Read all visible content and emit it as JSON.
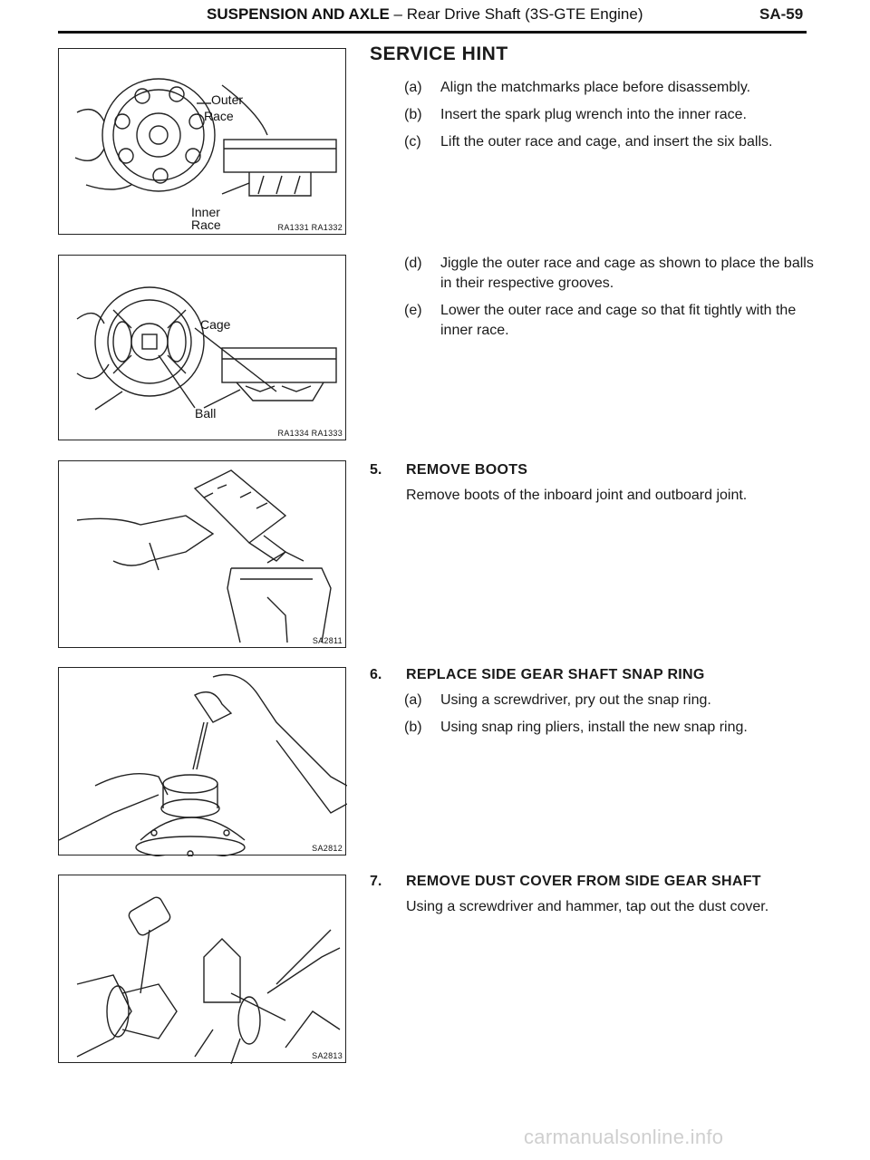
{
  "header": {
    "section": "SUSPENSION AND AXLE",
    "dash": " – ",
    "subtitle": "Rear Drive Shaft (3S-GTE Engine)",
    "page": "SA-59"
  },
  "figures": [
    {
      "code": "RA1331 RA1332",
      "labels": {
        "outer": "Outer",
        "race1": "Race",
        "inner": "Inner",
        "race2": "Race"
      }
    },
    {
      "code": "RA1334 RA1333",
      "labels": {
        "cage": "Cage",
        "ball": "Ball"
      }
    },
    {
      "code": "SA2811"
    },
    {
      "code": "SA2812"
    },
    {
      "code": "SA2813"
    }
  ],
  "service_hint": {
    "title": "SERVICE HINT",
    "items": [
      {
        "label": "(a)",
        "text": "Align the matchmarks place before disassembly."
      },
      {
        "label": "(b)",
        "text": "Insert the spark plug wrench into the inner race."
      },
      {
        "label": "(c)",
        "text": "Lift the outer race and cage, and insert the six balls."
      },
      {
        "label": "(d)",
        "text": "Jiggle the outer race and cage as shown to place the balls in their respective grooves."
      },
      {
        "label": "(e)",
        "text": "Lower the outer race and cage so that fit tightly with the inner race."
      }
    ]
  },
  "steps": [
    {
      "number": "5.",
      "heading": "REMOVE BOOTS",
      "body": "Remove boots of the inboard joint and outboard joint."
    },
    {
      "number": "6.",
      "heading": "REPLACE SIDE GEAR SHAFT SNAP RING",
      "items": [
        {
          "label": "(a)",
          "text": "Using a screwdriver, pry out the snap ring."
        },
        {
          "label": "(b)",
          "text": "Using snap ring pliers, install the new snap ring."
        }
      ]
    },
    {
      "number": "7.",
      "heading": "REMOVE DUST COVER FROM SIDE GEAR SHAFT",
      "body": "Using a screwdriver and hammer, tap out the dust cover."
    }
  ],
  "watermark": "carmanualsonline.info"
}
